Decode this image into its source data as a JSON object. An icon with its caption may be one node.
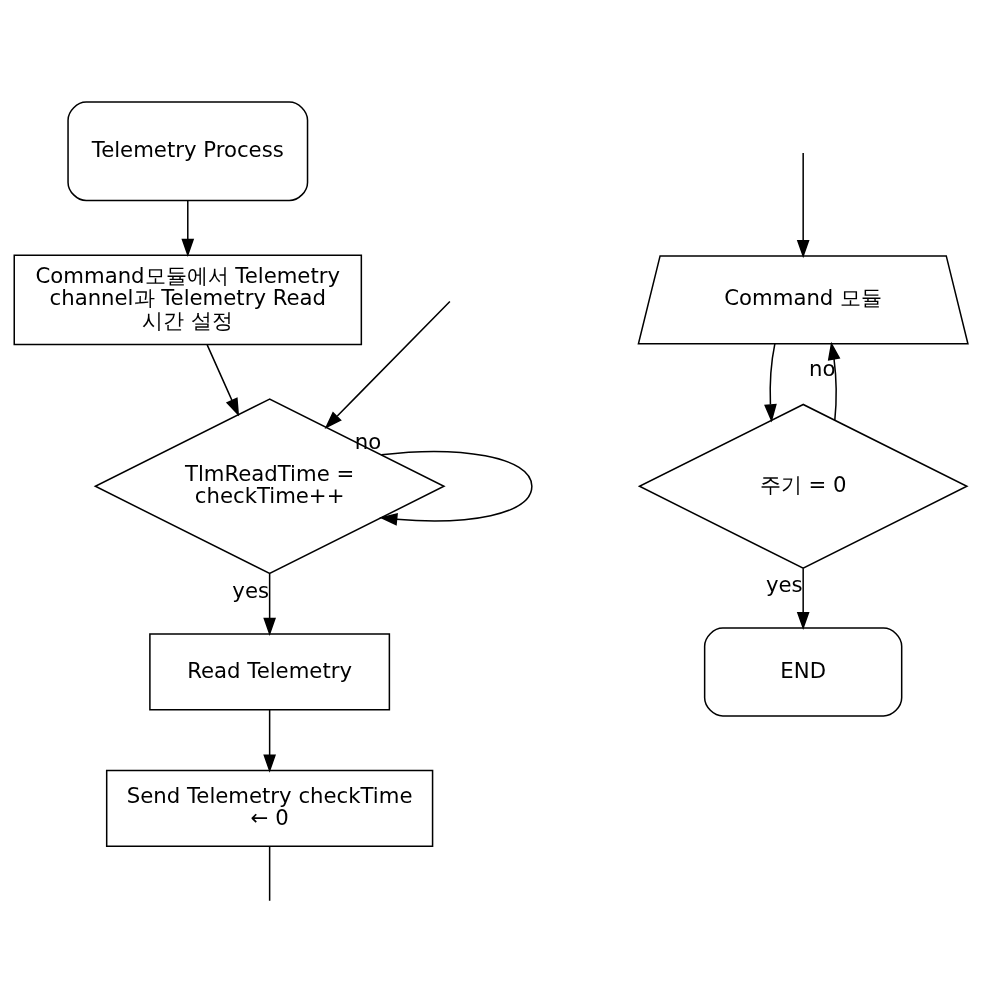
{
  "diagram": {
    "nodes": [
      {
        "text": [
          "Telemetry Process"
        ]
      },
      {
        "text": [
          "Command모듈에서 Telemetry channel과 Telemetry Read 시간 설정"
        ]
      },
      {
        "text": [
          "TlmReadTime = checkTime++"
        ]
      },
      {
        "text": [
          "Read Telemetry"
        ]
      },
      {
        "text": [
          "Send Telemetry checkTime ← 0"
        ]
      },
      {
        "text": [
          "Command 모듈"
        ]
      },
      {
        "text": [
          "주기 = 0"
        ]
      },
      {
        "text": [
          "END"
        ]
      }
    ],
    "edges": [
      {
        "from": 0,
        "to": 1,
        "arrow": "to"
      },
      {
        "from": 1,
        "to": 2,
        "arrow": "to"
      },
      {
        "from": 2,
        "to": 2,
        "arrow": "to",
        "label": "no"
      },
      {
        "from": 2,
        "to": 3,
        "arrow": "to",
        "label": "yes"
      },
      {
        "from": 3,
        "to": 4,
        "arrow": "to"
      },
      {
        "from": 4,
        "to": null,
        "arrow": "none"
      },
      {
        "from": null,
        "to": 2,
        "arrow": "to"
      },
      {
        "from": null,
        "to": 5,
        "arrow": "to"
      },
      {
        "from": 6,
        "to": 5,
        "arrow": "to",
        "label": "no"
      },
      {
        "from": 5,
        "to": 6,
        "arrow": "to"
      },
      {
        "from": 6,
        "to": 7,
        "arrow": "to",
        "label": "yes"
      }
    ]
  }
}
